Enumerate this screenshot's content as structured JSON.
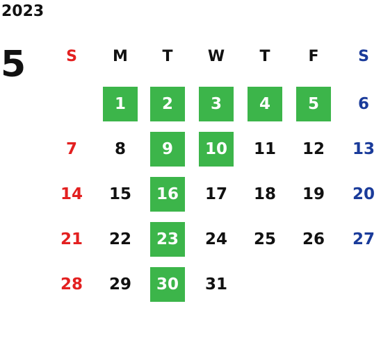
{
  "calendar": {
    "year": "2023",
    "month": "5",
    "weekdays": [
      "S",
      "M",
      "T",
      "W",
      "T",
      "F",
      "S"
    ],
    "weeks": [
      [
        "",
        "1",
        "2",
        "3",
        "4",
        "5",
        "6"
      ],
      [
        "7",
        "8",
        "9",
        "10",
        "11",
        "12",
        "13"
      ],
      [
        "14",
        "15",
        "16",
        "17",
        "18",
        "19",
        "20"
      ],
      [
        "21",
        "22",
        "23",
        "24",
        "25",
        "26",
        "27"
      ],
      [
        "28",
        "29",
        "30",
        "31",
        "",
        "",
        ""
      ]
    ],
    "marked_days": [
      "1",
      "2",
      "3",
      "4",
      "5",
      "9",
      "10",
      "16",
      "23",
      "30"
    ]
  },
  "colors": {
    "sunday": "#e32020",
    "saturday": "#1a3b9a",
    "weekday": "#111111",
    "marked_bg": "#3cb54a",
    "marked_text": "#ffffff"
  }
}
